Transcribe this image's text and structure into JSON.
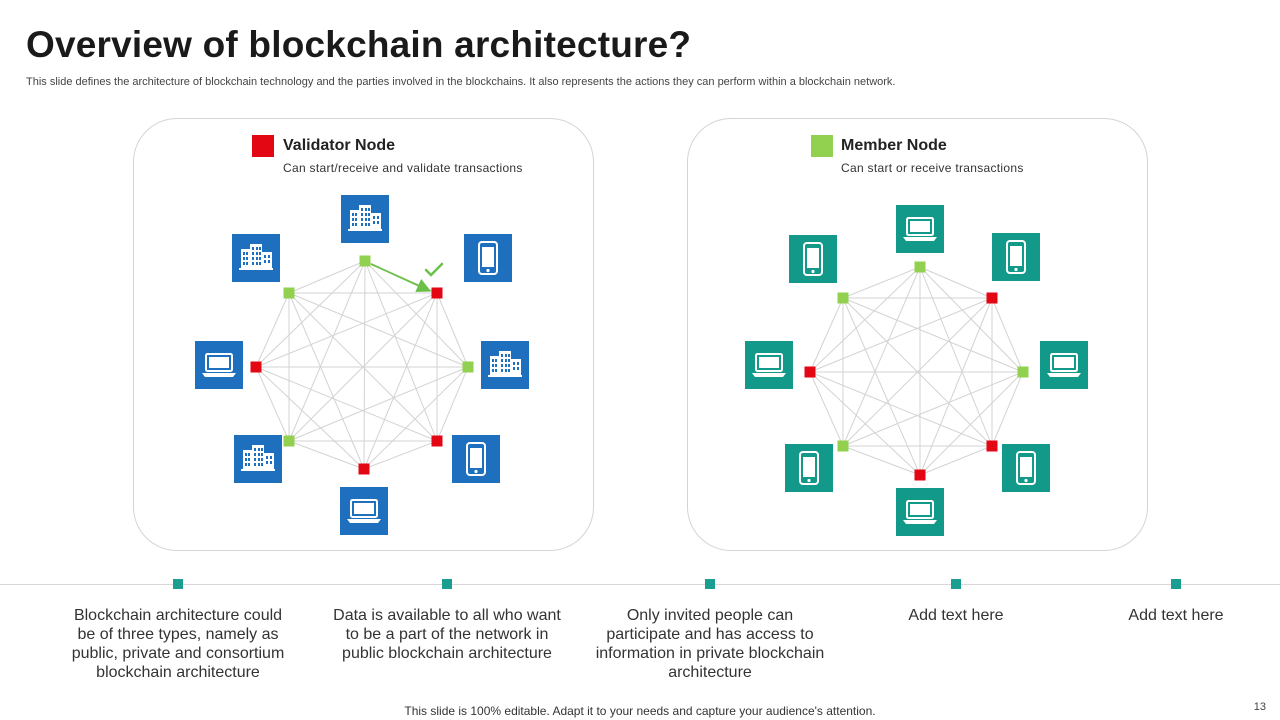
{
  "title": "Overview of blockchain architecture?",
  "subtitle": "This slide defines the architecture of blockchain technology and the parties involved in the blockchains. It also represents the actions they can perform within a blockchain network.",
  "colors": {
    "validator": "#e30613",
    "member": "#92d050",
    "left_icon_bg": "#1f6fbf",
    "right_icon_bg": "#12998a",
    "timeline_dot": "#1a9e8f"
  },
  "validator_legend": {
    "title": "Validator Node",
    "desc": "Can start/receive and validate transactions"
  },
  "member_legend": {
    "title": "Member Node",
    "desc": "Can start or receive transactions"
  },
  "left_network": {
    "icons": [
      "building-icon",
      "phone-icon",
      "building-icon",
      "phone-icon",
      "laptop-icon",
      "building-icon",
      "laptop-icon",
      "building-icon"
    ],
    "nodes": [
      "member",
      "validator",
      "member",
      "validator",
      "validator",
      "member",
      "validator",
      "member"
    ],
    "arrow": {
      "from_node": 0,
      "to_node": 1,
      "check_icon": "check-icon"
    }
  },
  "right_network": {
    "icons": [
      "laptop-icon",
      "phone-icon",
      "laptop-icon",
      "phone-icon",
      "laptop-icon",
      "phone-icon",
      "laptop-icon",
      "phone-icon"
    ],
    "nodes": [
      "member",
      "validator",
      "member",
      "validator",
      "validator",
      "member",
      "validator",
      "member"
    ]
  },
  "timeline": [
    "Blockchain architecture could be of three types, namely as public, private and consortium blockchain architecture",
    "Data is available to all who want to be a part of the network in public blockchain architecture",
    "Only invited people can participate and has access to information in private blockchain architecture",
    "Add text here",
    "Add text here"
  ],
  "footer": "This slide is 100% editable. Adapt it to your needs and capture your audience's attention.",
  "page_number": "13"
}
